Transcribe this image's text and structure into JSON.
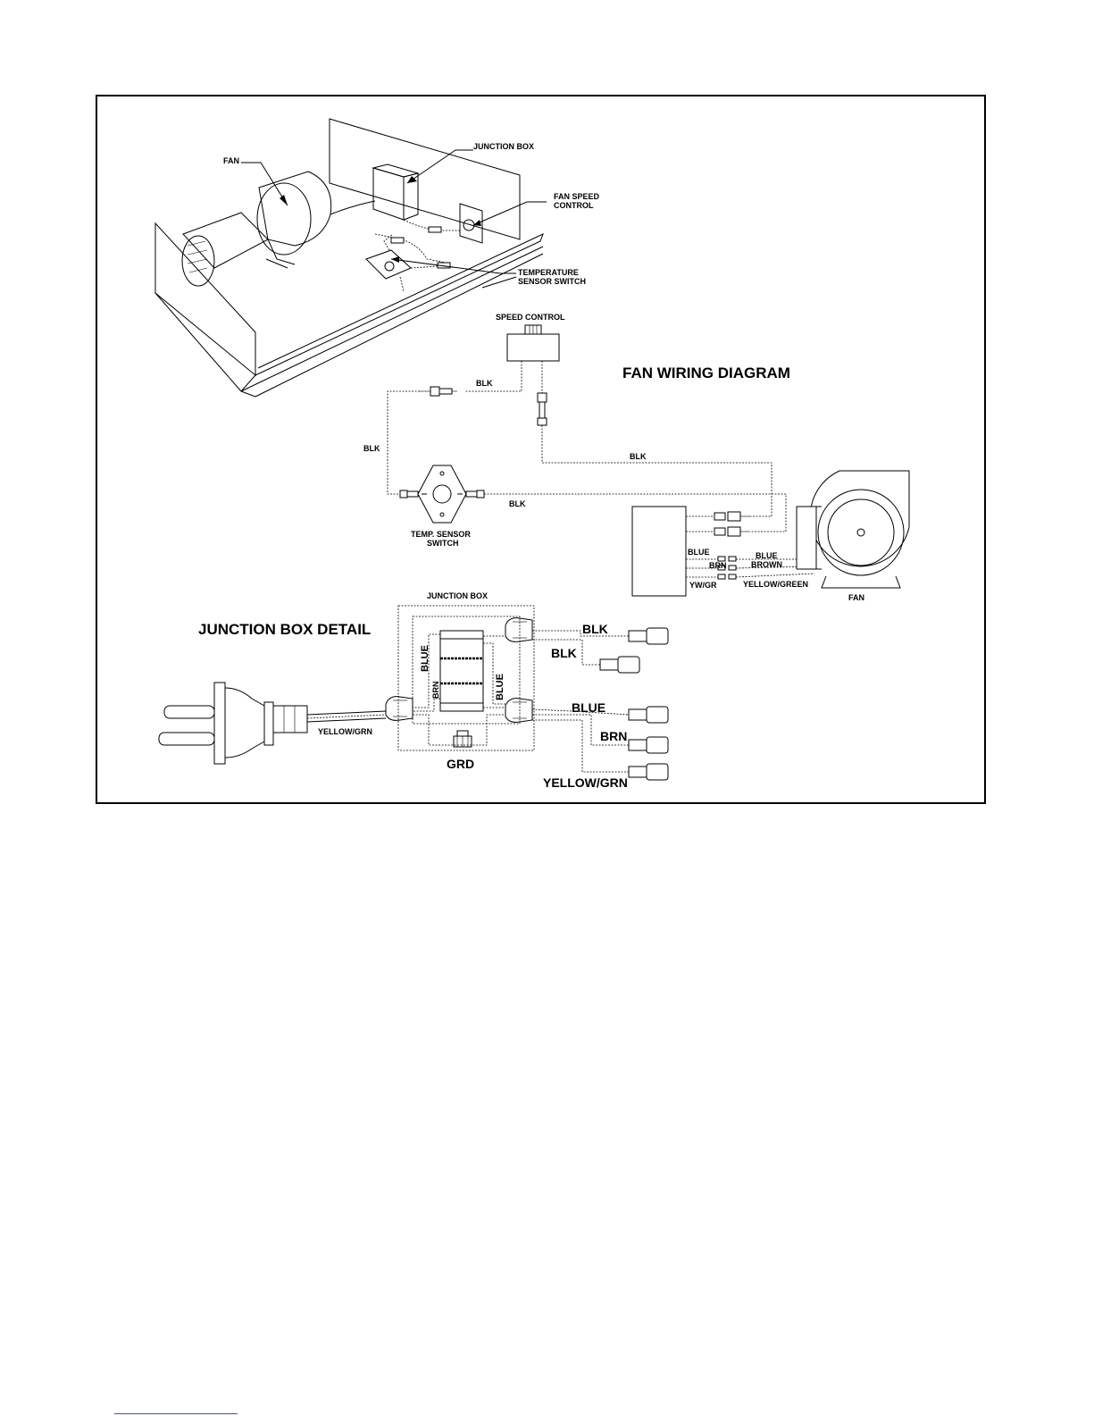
{
  "labels": {
    "fan_top": "FAN",
    "junction_box_top": "JUNCTION BOX",
    "fan_speed_control_1": "FAN SPEED",
    "fan_speed_control_2": "CONTROL",
    "temp_sensor_top_1": "TEMPERATURE",
    "temp_sensor_top_2": "SENSOR SWITCH",
    "speed_control": "SPEED CONTROL",
    "fan_wiring_title": "FAN WIRING DIAGRAM",
    "blk_upper": "BLK",
    "blk_left": "BLK",
    "blk_right": "BLK",
    "blk_middle": "BLK",
    "temp_sensor_switch_1": "TEMP. SENSOR",
    "temp_sensor_switch_2": "SWITCH",
    "blue_short": "BLUE",
    "brn_short": "BRN",
    "yw_gr": "YW/GR",
    "blue_long": "BLUE",
    "brown_long": "BROWN",
    "yellow_green_long": "YELLOW/GREEN",
    "fan_bottom": "FAN",
    "junction_box_detail_title": "JUNCTION BOX DETAIL",
    "junction_box_detail": "JUNCTION BOX",
    "detail_blue_vertical_left": "BLUE",
    "detail_brn_vertical": "BRN",
    "detail_blue_vertical_right": "BLUE",
    "detail_blk_1": "BLK",
    "detail_blk_2": "BLK",
    "detail_blue": "BLUE",
    "detail_brn": "BRN",
    "detail_yellow_grn_right": "YELLOW/GRN",
    "detail_yellow_grn_left": "YELLOW/GRN",
    "detail_grd": "GRD"
  }
}
